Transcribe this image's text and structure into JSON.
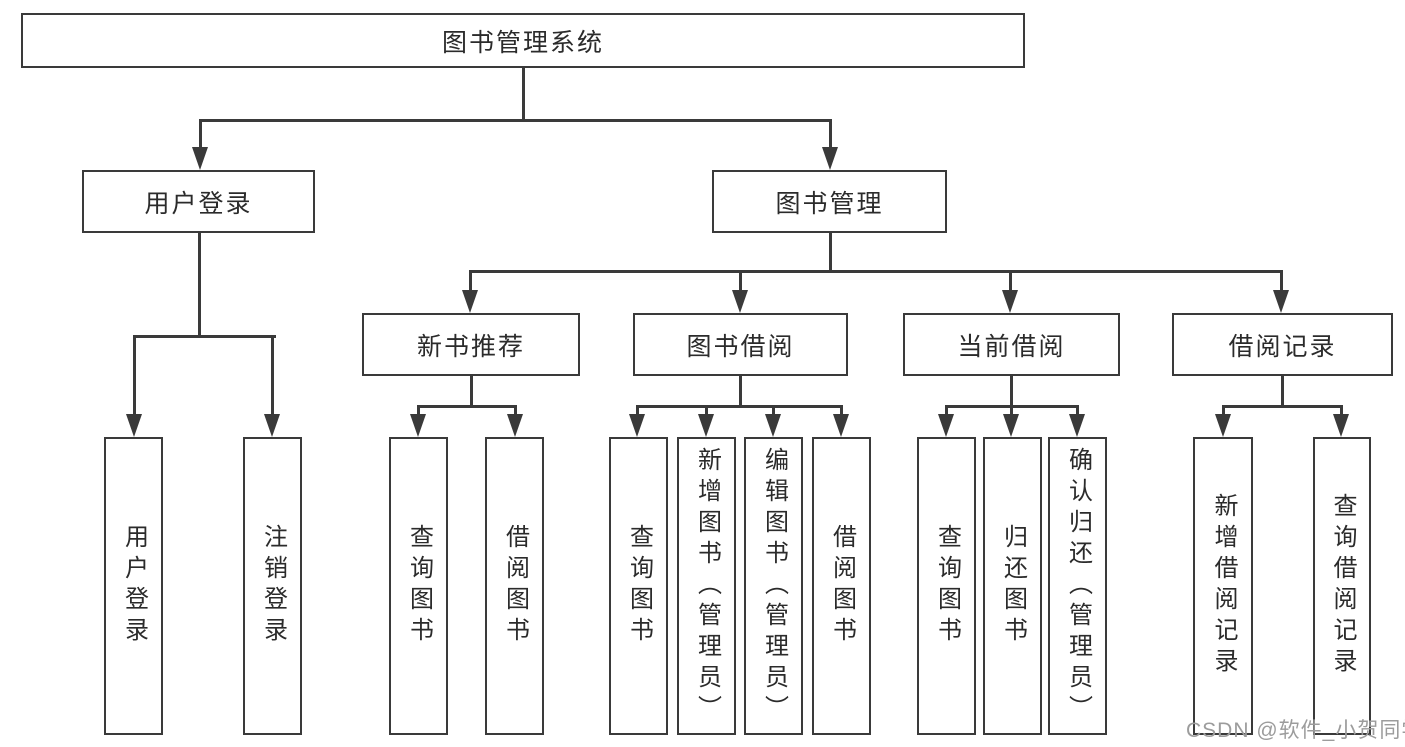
{
  "tree": {
    "label": "图书管理系统",
    "children": [
      {
        "label": "用户登录",
        "children": [
          {
            "label": "用户登录"
          },
          {
            "label": "注销登录"
          }
        ]
      },
      {
        "label": "图书管理",
        "children": [
          {
            "label": "新书推荐",
            "children": [
              {
                "label": "查询图书"
              },
              {
                "label": "借阅图书"
              }
            ]
          },
          {
            "label": "图书借阅",
            "children": [
              {
                "label": "查询图书"
              },
              {
                "label": "新增图书（管理员）"
              },
              {
                "label": "编辑图书（管理员）"
              },
              {
                "label": "借阅图书"
              }
            ]
          },
          {
            "label": "当前借阅",
            "children": [
              {
                "label": "查询图书"
              },
              {
                "label": "归还图书"
              },
              {
                "label": "确认归还（管理员）"
              }
            ]
          },
          {
            "label": "借阅记录",
            "children": [
              {
                "label": "新增借阅记录"
              },
              {
                "label": "查询借阅记录"
              }
            ]
          }
        ]
      }
    ]
  },
  "watermark": {
    "text": "CSDN @软件_小贺同学"
  },
  "colors": {
    "line": "#3a3a3a",
    "text": "#2b2b2b",
    "watermark_text": "#9c9c9c",
    "background": "#ffffff"
  }
}
